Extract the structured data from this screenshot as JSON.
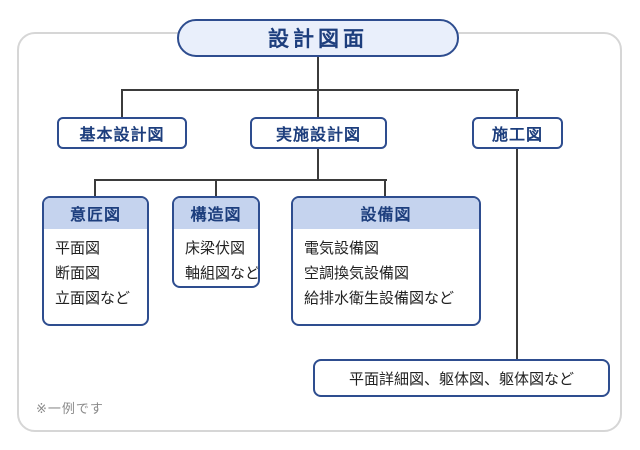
{
  "root": {
    "label": "設計図面"
  },
  "level1": {
    "basic": "基本設計図",
    "jisshi": "実施設計図",
    "sekou": "施工図"
  },
  "groups": [
    {
      "title": "意匠図",
      "items": [
        "平面図",
        "断面図",
        "立面図など"
      ]
    },
    {
      "title": "構造図",
      "items": [
        "床梁伏図",
        "軸組図など"
      ]
    },
    {
      "title": "設備図",
      "items": [
        "電気設備図",
        "空調換気設備図",
        "給排水衛生設備図など"
      ]
    }
  ],
  "bottom": {
    "label": "平面詳細図、躯体図、躯体図など"
  },
  "note": "※一例です",
  "colors": {
    "box_border": "#2e4d8f",
    "root_fill": "#e9effb",
    "group_header_fill": "#c5d3ee",
    "text_navy": "#1d3e7d",
    "frame_border": "#d6d6d6",
    "connector": "#3b3b3b"
  }
}
